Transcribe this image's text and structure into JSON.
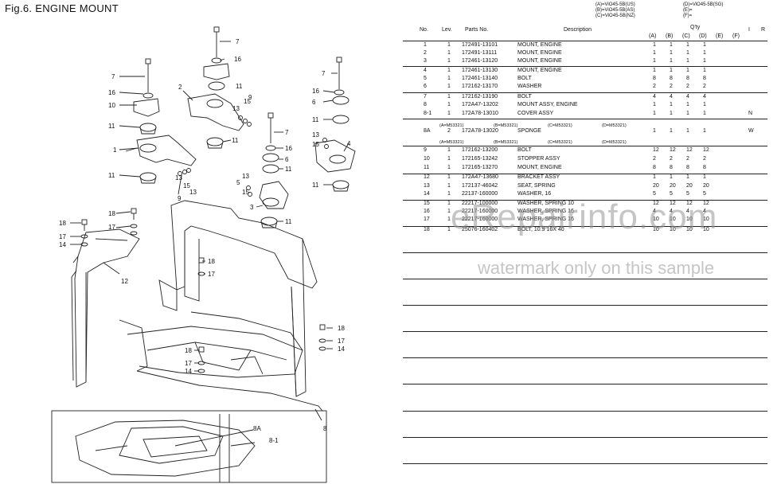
{
  "figure": {
    "title": "Fig.6.  ENGINE MOUNT"
  },
  "diagram": {
    "callouts": [
      "1",
      "2",
      "3",
      "4",
      "5",
      "6",
      "7",
      "8",
      "9",
      "10",
      "11",
      "12",
      "13",
      "14",
      "15",
      "16",
      "17",
      "18",
      "8A",
      "8-1"
    ]
  },
  "legend": {
    "left": [
      "(A)=ViO45-5B(US)",
      "(B)=ViO45-5B(AS)",
      "(C)=ViO45-5B(NZ)"
    ],
    "right": [
      "(D)=ViO45-5B(SG)",
      "(E)=",
      "(F)="
    ]
  },
  "table_header": {
    "no": "No.",
    "lev": "Lev.",
    "parts_no": "Parts No.",
    "description": "Description",
    "qty": "Q'ty",
    "i": "I",
    "r": "R",
    "qty_cols": [
      "(A)",
      "(B)",
      "(C)",
      "(D)",
      "(E)",
      "(F)"
    ]
  },
  "rows": [
    {
      "no": "1",
      "lev": "1",
      "part": "172491-13101",
      "desc": "MOUNT, ENGINE",
      "q": [
        "1",
        "1",
        "1",
        "1"
      ],
      "i": "",
      "r": ""
    },
    {
      "no": "2",
      "lev": "1",
      "part": "172491-13111",
      "desc": "MOUNT, ENGINE",
      "q": [
        "1",
        "1",
        "1",
        "1"
      ],
      "i": "",
      "r": ""
    },
    {
      "no": "3",
      "lev": "1",
      "part": "172461-13120",
      "desc": "MOUNT, ENGINE",
      "q": [
        "1",
        "1",
        "1",
        "1"
      ],
      "i": "",
      "r": ""
    },
    {
      "no": "4",
      "lev": "1",
      "part": "172461-13130",
      "desc": "MOUNT, ENGINE",
      "q": [
        "1",
        "1",
        "1",
        "1"
      ],
      "i": "",
      "r": ""
    },
    {
      "no": "5",
      "lev": "1",
      "part": "172461-13140",
      "desc": "BOLT",
      "q": [
        "8",
        "8",
        "8",
        "8"
      ],
      "i": "",
      "r": ""
    },
    {
      "no": "6",
      "lev": "1",
      "part": "172162-13170",
      "desc": "WASHER",
      "q": [
        "2",
        "2",
        "2",
        "2"
      ],
      "i": "",
      "r": ""
    },
    {
      "no": "7",
      "lev": "1",
      "part": "172162-13190",
      "desc": "BOLT",
      "q": [
        "4",
        "4",
        "4",
        "4"
      ],
      "i": "",
      "r": ""
    },
    {
      "no": "8",
      "lev": "1",
      "part": "172A47-13202",
      "desc": "MOUNT ASSY, ENGINE",
      "q": [
        "1",
        "1",
        "1",
        "1"
      ],
      "i": "",
      "r": ""
    },
    {
      "no": "8-1",
      "lev": "1",
      "part": "172A78-13010",
      "desc": "COVER ASSY",
      "q": [
        "1",
        "1",
        "1",
        "1"
      ],
      "i": "",
      "r": "N"
    },
    {
      "no": "8A",
      "lev": "2",
      "part": "172A78-13020",
      "desc": "SPONGE",
      "q": [
        "1",
        "1",
        "1",
        "1"
      ],
      "i": "",
      "r": "W"
    },
    {
      "no": "9",
      "lev": "1",
      "part": "172162-13200",
      "desc": "BOLT",
      "q": [
        "12",
        "12",
        "12",
        "12"
      ],
      "i": "",
      "r": ""
    },
    {
      "no": "10",
      "lev": "1",
      "part": "172165-13242",
      "desc": "STOPPER ASSY",
      "q": [
        "2",
        "2",
        "2",
        "2"
      ],
      "i": "",
      "r": ""
    },
    {
      "no": "11",
      "lev": "1",
      "part": "172165-13270",
      "desc": "MOUNT, ENGINE",
      "q": [
        "8",
        "8",
        "8",
        "8"
      ],
      "i": "",
      "r": ""
    },
    {
      "no": "12",
      "lev": "1",
      "part": "172A47-13680",
      "desc": "BRACKET ASSY",
      "q": [
        "1",
        "1",
        "1",
        "1"
      ],
      "i": "",
      "r": ""
    },
    {
      "no": "13",
      "lev": "1",
      "part": "172137-46042",
      "desc": "SEAT, SPRING",
      "q": [
        "20",
        "20",
        "20",
        "20"
      ],
      "i": "",
      "r": ""
    },
    {
      "no": "14",
      "lev": "1",
      "part": "22137-160000",
      "desc": "WASHER, 16",
      "q": [
        "5",
        "5",
        "5",
        "5"
      ],
      "i": "",
      "r": ""
    },
    {
      "no": "15",
      "lev": "1",
      "part": "22217-100000",
      "desc": "WASHER, SPRING 10",
      "q": [
        "12",
        "12",
        "12",
        "12"
      ],
      "i": "",
      "r": ""
    },
    {
      "no": "16",
      "lev": "1",
      "part": "22217-160000",
      "desc": "WASHER, SPRING 16",
      "q": [
        "4",
        "4",
        "4",
        "4"
      ],
      "i": "",
      "r": ""
    },
    {
      "no": "17",
      "lev": "1",
      "part": "22217-160000",
      "desc": "WASHER, SPRING 16",
      "q": [
        "10",
        "10",
        "10",
        "10"
      ],
      "i": "",
      "r": ""
    },
    {
      "no": "18",
      "lev": "1",
      "part": "25076-160402",
      "desc": "BOLT, 10.9 16X 40",
      "q": [
        "10",
        "10",
        "10",
        "10"
      ],
      "i": "",
      "r": ""
    }
  ],
  "serial_notes": {
    "row1": [
      "(A=M53321)",
      "(B=M53321)",
      "(C=M53321)",
      "(D=M53321)"
    ],
    "row2": [
      "(A=M53321)",
      "(B=M53321)",
      "(C=M53321)",
      "(D=M53321)"
    ]
  },
  "watermark": {
    "site": "eRepairinfo.com",
    "note": "watermark only on this sample"
  }
}
